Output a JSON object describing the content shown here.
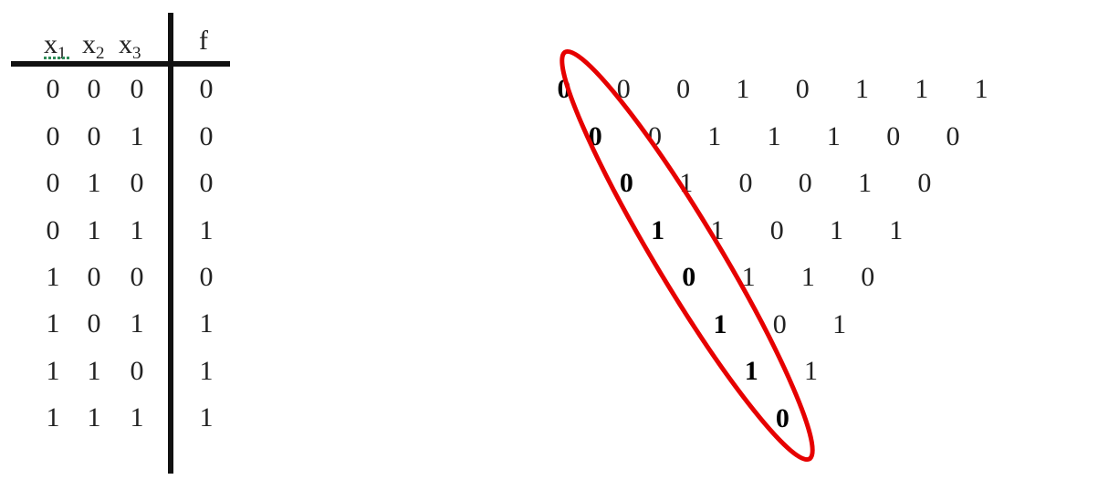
{
  "truth_table": {
    "headers": {
      "x1": "x",
      "x1_sub": "1",
      "x2": "x",
      "x2_sub": "2",
      "x3": "x",
      "x3_sub": "3",
      "f": "f"
    },
    "rows": [
      [
        "0",
        "0",
        "0",
        "0"
      ],
      [
        "0",
        "0",
        "1",
        "0"
      ],
      [
        "0",
        "1",
        "0",
        "0"
      ],
      [
        "0",
        "1",
        "1",
        "1"
      ],
      [
        "1",
        "0",
        "0",
        "0"
      ],
      [
        "1",
        "0",
        "1",
        "1"
      ],
      [
        "1",
        "1",
        "0",
        "1"
      ],
      [
        "1",
        "1",
        "1",
        "1"
      ]
    ]
  },
  "triangle": {
    "rows": [
      [
        "0",
        "0",
        "0",
        "1",
        "0",
        "1",
        "1",
        "1"
      ],
      [
        "0",
        "0",
        "1",
        "1",
        "1",
        "0",
        "0"
      ],
      [
        "0",
        "1",
        "0",
        "0",
        "1",
        "0"
      ],
      [
        "1",
        "1",
        "0",
        "1",
        "1"
      ],
      [
        "0",
        "1",
        "1",
        "0"
      ],
      [
        "1",
        "0",
        "1"
      ],
      [
        "1",
        "1"
      ],
      [
        "0"
      ]
    ],
    "highlighted_diagonal": "first element of each row (bold), enclosed by a red ellipse"
  },
  "colors": {
    "ellipse": "#e60000",
    "rules": "#111111",
    "spellcheck_underline": "#2e8b57"
  }
}
